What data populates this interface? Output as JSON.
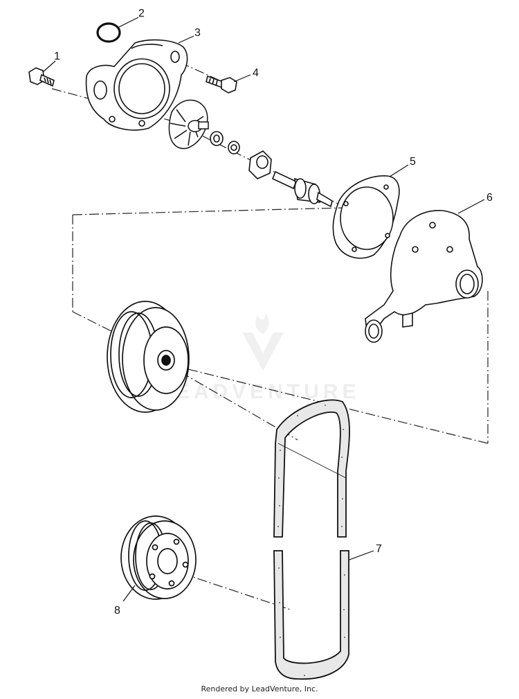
{
  "diagram": {
    "callouts": [
      {
        "id": "1",
        "label": "1"
      },
      {
        "id": "2",
        "label": "2"
      },
      {
        "id": "3",
        "label": "3"
      },
      {
        "id": "4",
        "label": "4"
      },
      {
        "id": "5",
        "label": "5"
      },
      {
        "id": "6",
        "label": "6"
      },
      {
        "id": "7",
        "label": "7"
      },
      {
        "id": "8",
        "label": "8"
      }
    ],
    "watermark": "LEADVENTURE",
    "credit": "Rendered by LeadVenture, Inc."
  }
}
